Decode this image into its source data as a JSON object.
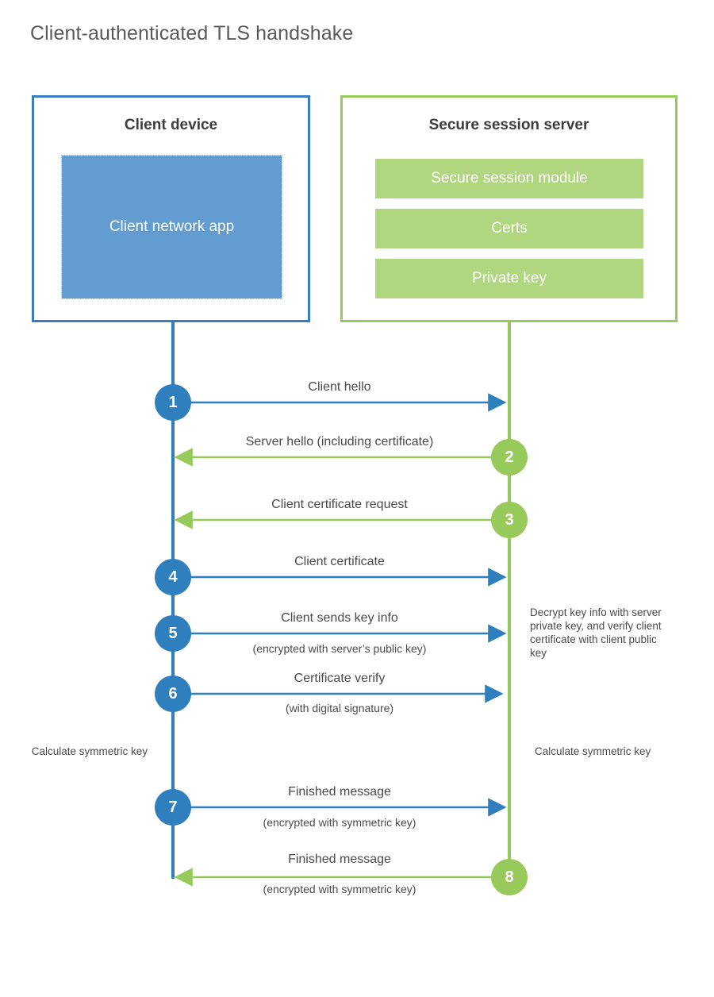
{
  "title": "Client-authenticated TLS handshake",
  "colors": {
    "client_blue": "#2f7fbf",
    "client_box_border": "#3a7cbe",
    "client_app_fill": "#629cd1",
    "server_green": "#97ca5a",
    "server_bar_fill": "#b0d67f",
    "text": "#4a4a4a",
    "title_text": "#5a5a5a",
    "background": "#ffffff"
  },
  "client": {
    "title": "Client device",
    "app_label": "Client network app"
  },
  "server": {
    "title": "Secure session server",
    "bars": [
      {
        "label": "Secure session module"
      },
      {
        "label": "Certs"
      },
      {
        "label": "Private key"
      }
    ]
  },
  "steps": [
    {
      "number": "1",
      "side": "client",
      "direction": "client-to-server",
      "label": "Client hello",
      "sublabel": ""
    },
    {
      "number": "2",
      "side": "server",
      "direction": "server-to-client",
      "label": "Server hello (including certificate)",
      "sublabel": ""
    },
    {
      "number": "3",
      "side": "server",
      "direction": "server-to-client",
      "label": "Client certificate request",
      "sublabel": ""
    },
    {
      "number": "4",
      "side": "client",
      "direction": "client-to-server",
      "label": "Client certificate",
      "sublabel": ""
    },
    {
      "number": "5",
      "side": "client",
      "direction": "client-to-server",
      "label": "Client sends key info",
      "sublabel": "(encrypted with server’s public key)"
    },
    {
      "number": "6",
      "side": "client",
      "direction": "client-to-server",
      "label": "Certificate verify",
      "sublabel": "(with digital signature)"
    },
    {
      "number": "7",
      "side": "client",
      "direction": "client-to-server",
      "label": "Finished message",
      "sublabel": "(encrypted with symmetric key)"
    },
    {
      "number": "8",
      "side": "server",
      "direction": "server-to-client",
      "label": "Finished message",
      "sublabel": "(encrypted with symmetric key)"
    }
  ],
  "notes": {
    "server_decrypt": "Decrypt key info with server private key, and verify client certificate with client public key",
    "client_calculate": "Calculate symmetric key",
    "server_calculate": "Calculate symmetric key"
  }
}
